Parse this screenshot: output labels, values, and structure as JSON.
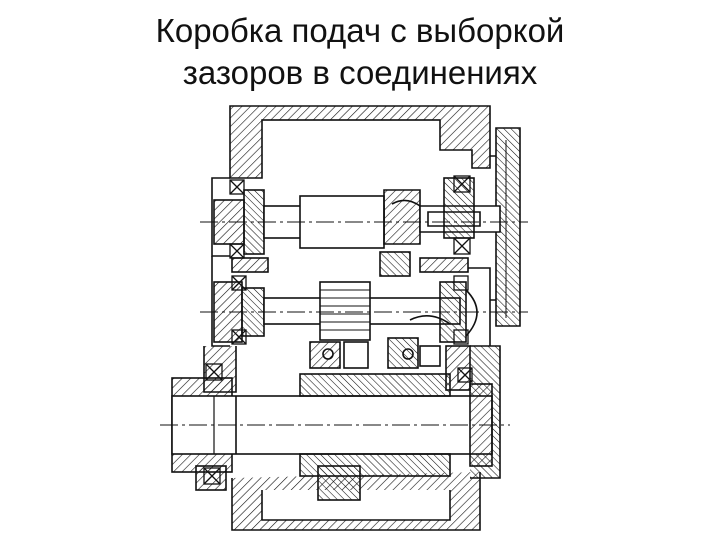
{
  "slide": {
    "title_line1": "Коробка подач с выборкой",
    "title_line2": "зазоров в соединениях"
  },
  "drawing": {
    "subject": "gearbox-cross-section",
    "ink_color": "#111111",
    "paper_color": "#ffffff",
    "hatch_style": "diagonal-45"
  }
}
